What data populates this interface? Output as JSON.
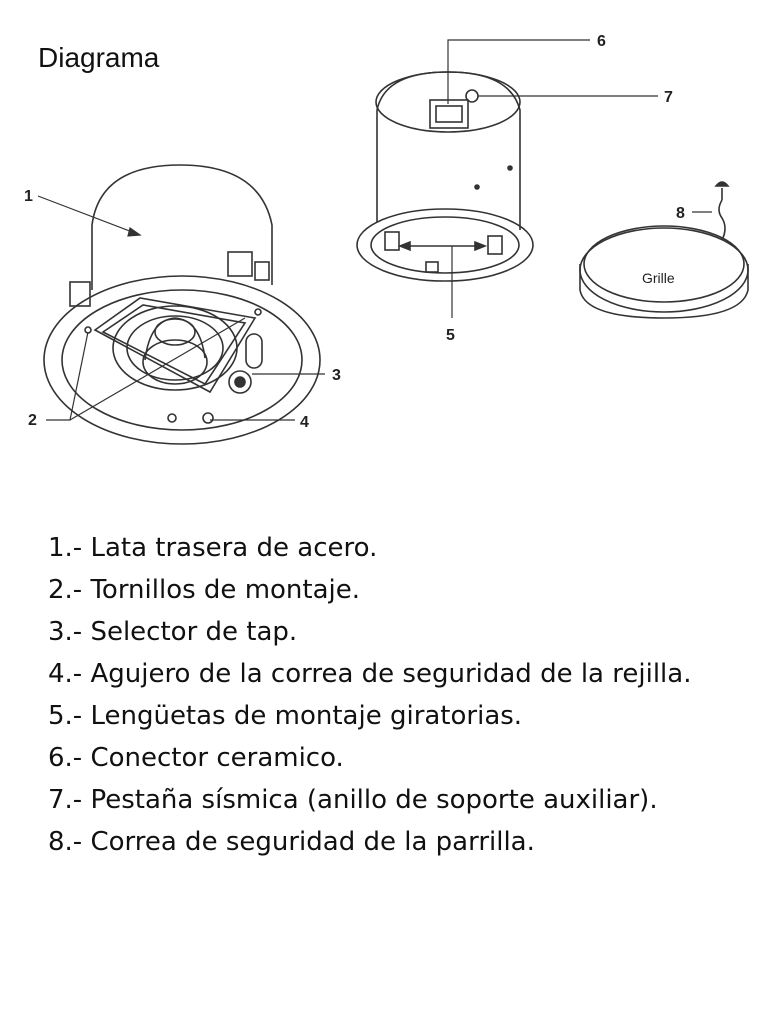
{
  "page": {
    "title": "Diagrama"
  },
  "figure": {
    "callouts": [
      "1",
      "2",
      "3",
      "4",
      "5",
      "6",
      "7",
      "8"
    ],
    "grille_label": "Grille"
  },
  "legend": {
    "items": [
      "1.- Lata trasera de acero.",
      "2.- Tornillos de montaje.",
      "3.- Selector de tap.",
      "4.- Agujero de la correa de seguridad de la rejilla.",
      "5.- Lengüetas de montaje giratorias.",
      "6.- Conector ceramico.",
      "7.- Pestaña sísmica (anillo de soporte auxiliar).",
      "8.- Correa de seguridad de la parrilla."
    ]
  }
}
